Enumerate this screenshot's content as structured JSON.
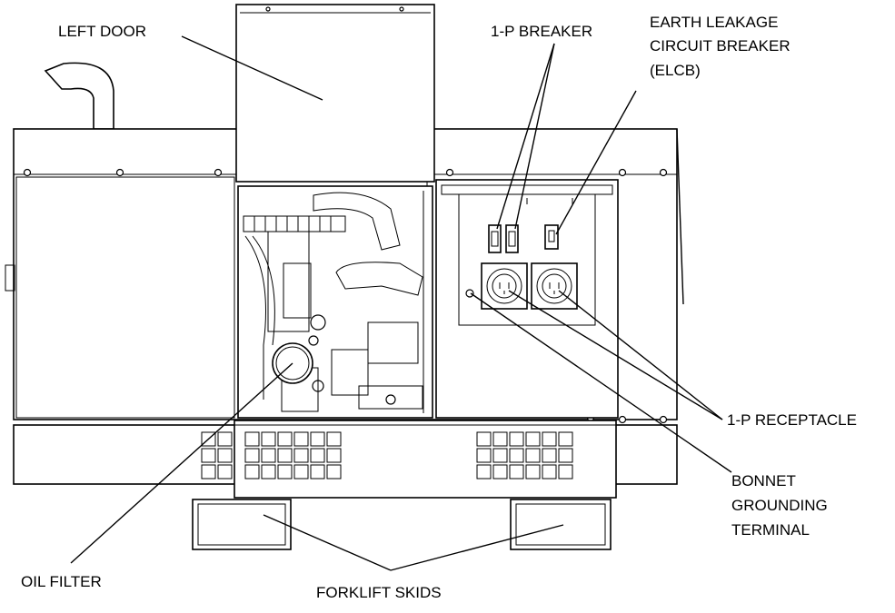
{
  "labels": {
    "left_door": "LEFT DOOR",
    "breaker_1p": "1-P BREAKER",
    "elcb": [
      "EARTH LEAKAGE",
      "CIRCUIT BREAKER",
      "(ELCB)"
    ],
    "receptacle_1p": "1-P RECEPTACLE",
    "bonnet_grounding": [
      "BONNET",
      "GROUNDING",
      "TERMINAL"
    ],
    "oil_filter": "OIL FILTER",
    "forklift_skids": "FORKLIFT SKIDS"
  },
  "colors": {
    "line": "#000000",
    "background": "#ffffff"
  }
}
